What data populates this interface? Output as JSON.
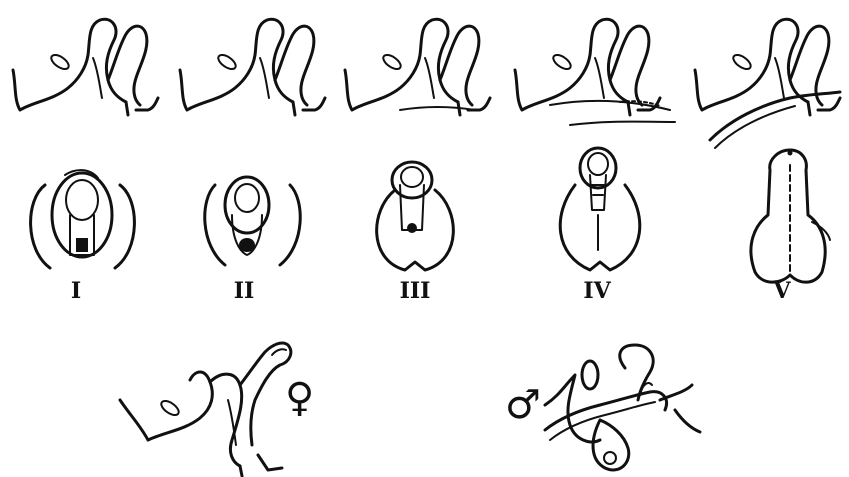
{
  "stages": [
    {
      "label": "I"
    },
    {
      "label": "II"
    },
    {
      "label": "III"
    },
    {
      "label": "IV"
    },
    {
      "label": "V"
    }
  ],
  "symbols": {
    "female": "♀",
    "male": "♂"
  }
}
